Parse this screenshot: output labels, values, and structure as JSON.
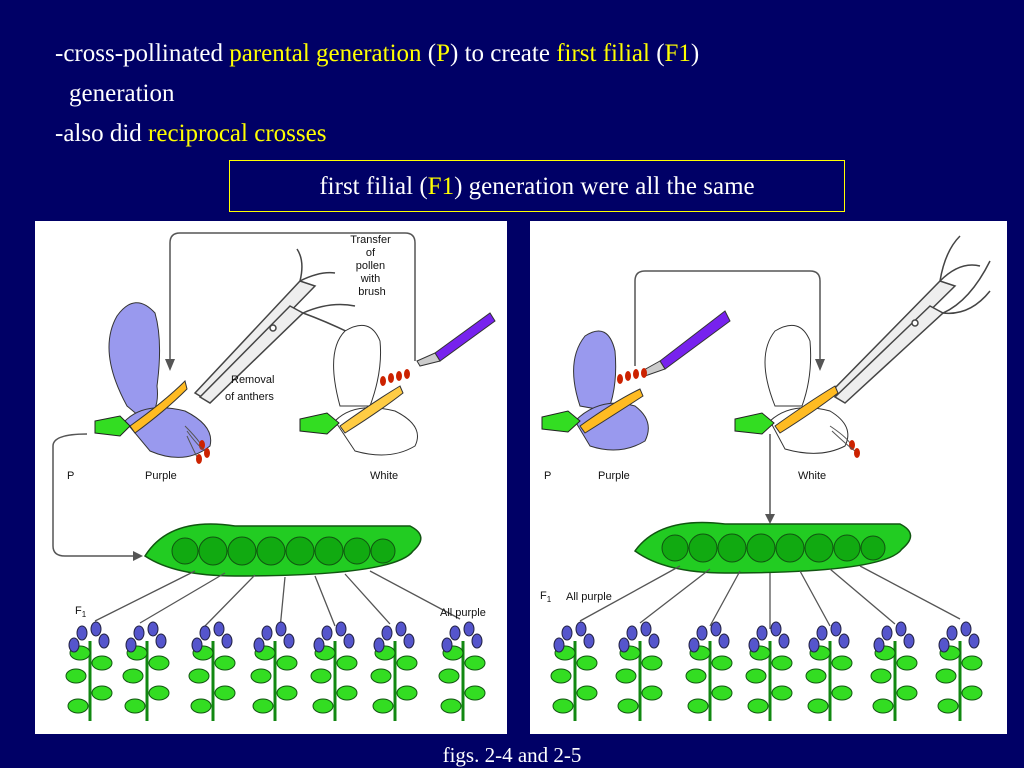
{
  "slide": {
    "line1": {
      "t1": "-cross-pollinated ",
      "h1": "parental generation",
      "t2": " (",
      "h2": "P",
      "t3": ") to create ",
      "h3": "first filial",
      "t4": " (",
      "h4": "F1",
      "t5": ")"
    },
    "line2": "generation",
    "line3": {
      "t1": "-also did ",
      "h1": "reciprocal crosses"
    },
    "callout": {
      "t1": "first filial (",
      "h1": "F1",
      "t2": ") generation were all the same"
    },
    "caption": "figs. 2-4 and 2-5"
  },
  "figure_left": {
    "transfer_label": [
      "Transfer",
      "of",
      "pollen",
      "with",
      "brush"
    ],
    "removal_label": [
      "Removal",
      "of anthers"
    ],
    "p_label": "P",
    "purple_label": "Purple",
    "white_label": "White",
    "f1_label": "F",
    "f1_sub": "1",
    "result_label": "All purple"
  },
  "figure_right": {
    "p_label": "P",
    "purple_label": "Purple",
    "white_label": "White",
    "f1_label": "F",
    "f1_sub": "1",
    "result_label": "All purple"
  },
  "colors": {
    "background": "#000066",
    "highlight": "#ffff00",
    "text": "#ffffff",
    "purple_flower": "#9999ee",
    "pod_green": "#22cc22",
    "leaf_green": "#33dd22",
    "anther_red": "#cc2200",
    "brush_purple": "#7722ee"
  }
}
